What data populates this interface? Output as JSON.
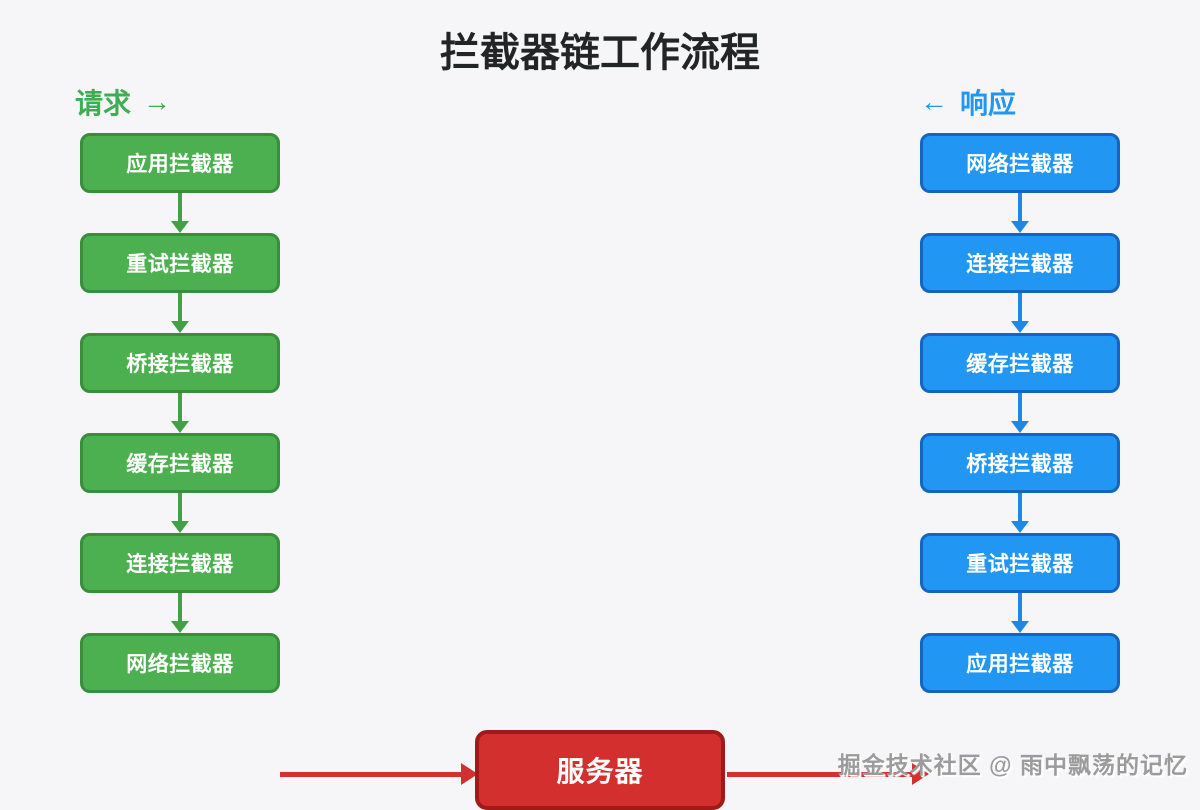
{
  "title": "拦截器链工作流程",
  "request_column": {
    "label": "请求",
    "direction_arrow": "→",
    "items": [
      "应用拦截器",
      "重试拦截器",
      "桥接拦截器",
      "缓存拦截器",
      "连接拦截器",
      "网络拦截器"
    ]
  },
  "response_column": {
    "label": "响应",
    "direction_arrow": "←",
    "items": [
      "网络拦截器",
      "连接拦截器",
      "缓存拦截器",
      "桥接拦截器",
      "重试拦截器",
      "应用拦截器"
    ]
  },
  "server": {
    "label": "服务器"
  },
  "watermark": "掘金技术社区 @ 雨中飘荡的记忆",
  "colors": {
    "background": "#f6f6f8",
    "title_text": "#222426",
    "request_fill": "#4caf50",
    "request_border": "#388e3c",
    "request_header": "#3fae52",
    "response_fill": "#2196f3",
    "response_border": "#1565c0",
    "response_header": "#2196f3",
    "server_fill": "#d32f2f",
    "server_border": "#a01a1a",
    "arrow_red": "#d3312f",
    "box_text": "#ffffff",
    "watermark_text": "#9b9b9b"
  }
}
